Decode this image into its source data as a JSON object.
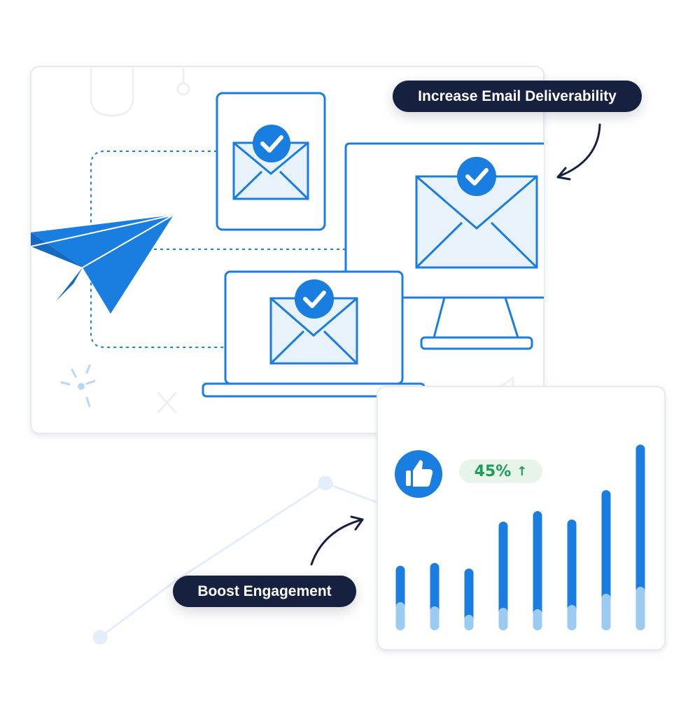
{
  "labels": {
    "deliverability": "Increase Email Deliverability",
    "engagement": "Boost Engagement"
  },
  "engagement_card": {
    "growth_value": "45%",
    "growth_arrow": "↑",
    "icon": "thumbs-up-icon"
  },
  "chart_data": {
    "type": "bar",
    "categories": [
      "",
      "",
      "",
      "",
      "",
      "",
      "",
      ""
    ],
    "series": [
      {
        "values": [
          92,
          96,
          88,
          155,
          170,
          158,
          200,
          265
        ]
      }
    ],
    "stacked_light_segment": [
      40,
      34,
      22,
      32,
      30,
      36,
      52,
      62
    ],
    "ylim": [
      0,
      270
    ],
    "grid": false,
    "colors": {
      "bar": "#1a7de0",
      "bar_light": "#9ccbf1"
    }
  },
  "colors": {
    "accent": "#1a7de0",
    "envelope_fill": "#e8f2fb",
    "pill_bg": "#16213f",
    "badge_bg": "#e6f4ea",
    "badge_text": "#1d9d57"
  }
}
